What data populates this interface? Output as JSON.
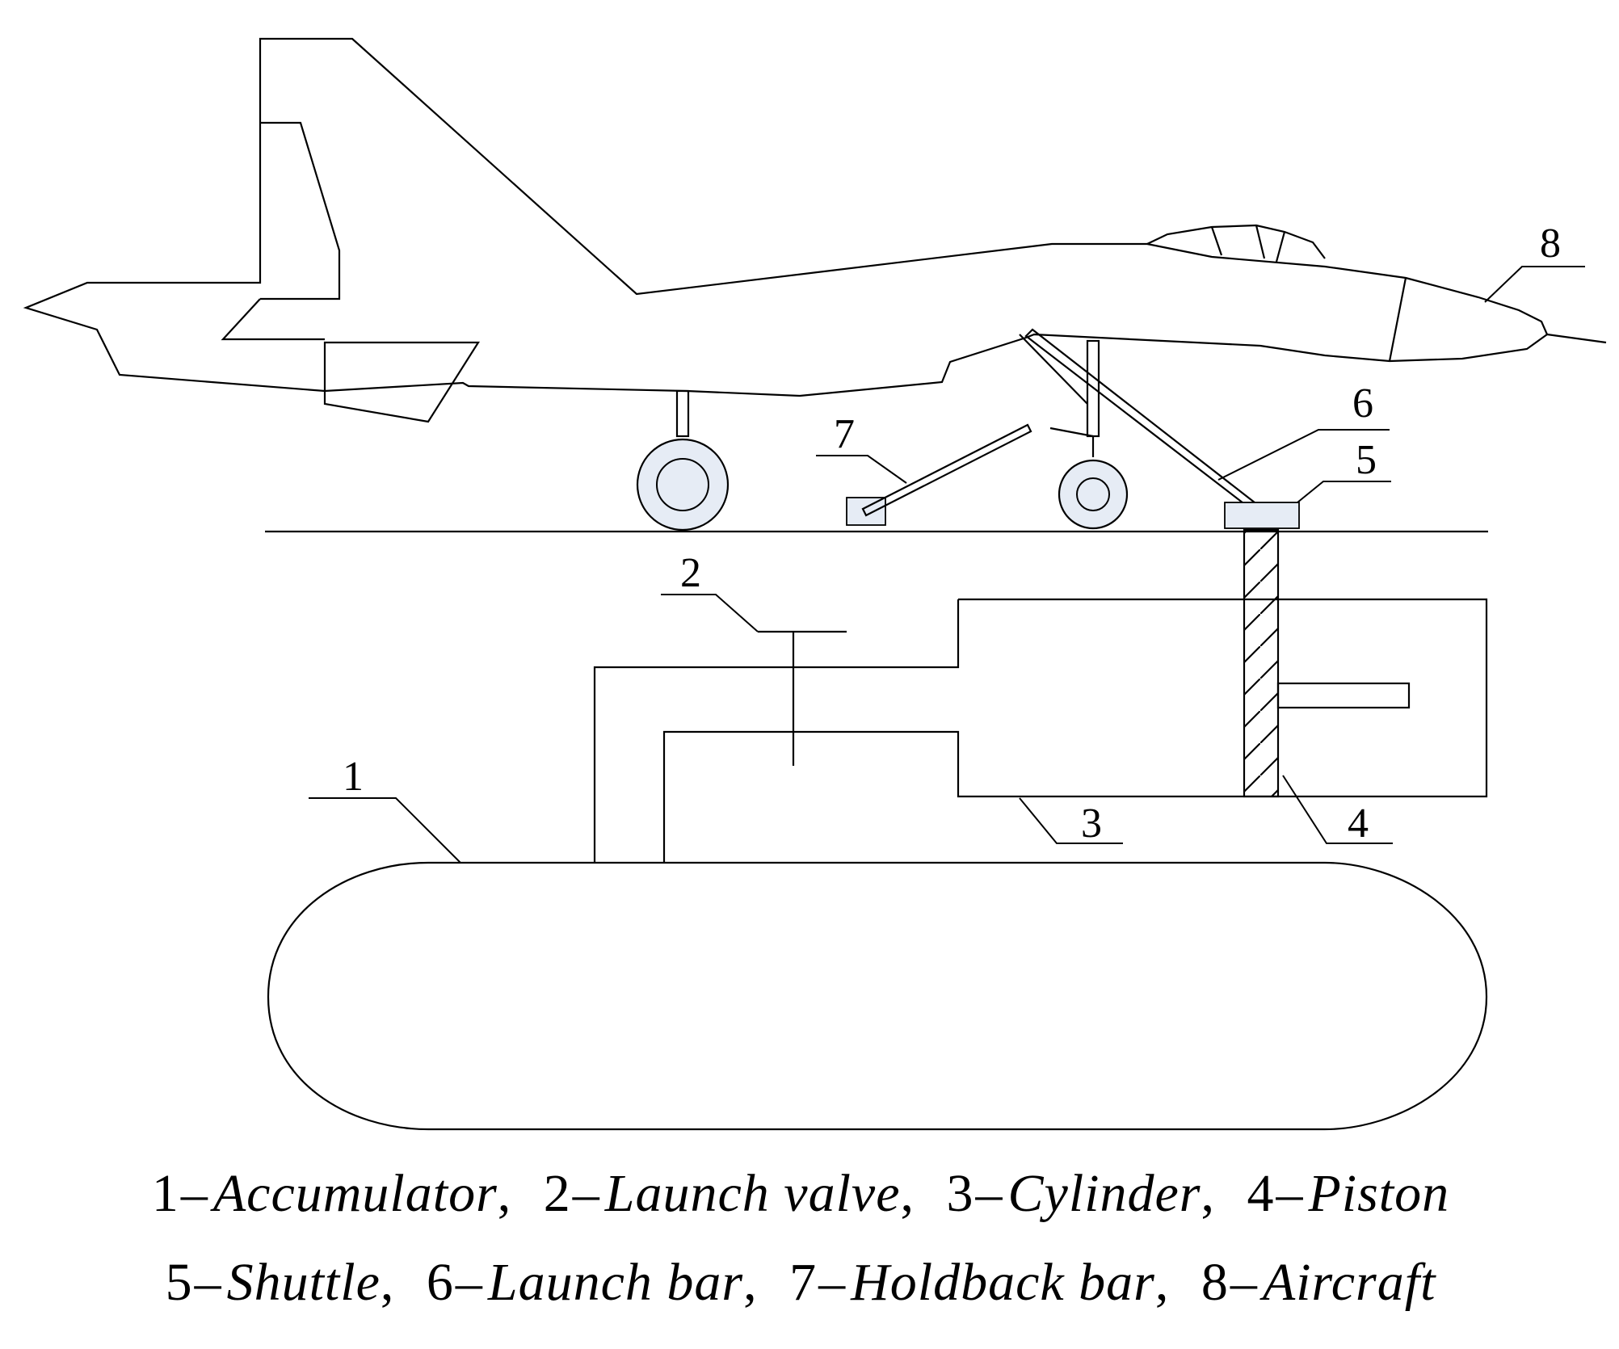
{
  "callouts": [
    {
      "id": "1",
      "label": "1"
    },
    {
      "id": "2",
      "label": "2"
    },
    {
      "id": "3",
      "label": "3"
    },
    {
      "id": "4",
      "label": "4"
    },
    {
      "id": "5",
      "label": "5"
    },
    {
      "id": "6",
      "label": "6"
    },
    {
      "id": "7",
      "label": "7"
    },
    {
      "id": "8",
      "label": "8"
    }
  ],
  "legend": {
    "line1": [
      {
        "num": "1",
        "text": "Accumulator",
        "sep": ","
      },
      {
        "num": "2",
        "text": "Launch valve",
        "sep": ","
      },
      {
        "num": "3",
        "text": "Cylinder",
        "sep": ","
      },
      {
        "num": "4",
        "text": "Piston",
        "sep": ""
      }
    ],
    "line2": [
      {
        "num": "5",
        "text": "Shuttle",
        "sep": ","
      },
      {
        "num": "6",
        "text": "Launch bar",
        "sep": ","
      },
      {
        "num": "7",
        "text": "Holdback bar",
        "sep": ","
      },
      {
        "num": "8",
        "text": "Aircraft",
        "sep": ""
      }
    ],
    "dash": "–"
  },
  "colors": {
    "line": "#000000",
    "wheel_fill": "#e6ecf5",
    "shuttle_fill": "#e6ecf5"
  }
}
